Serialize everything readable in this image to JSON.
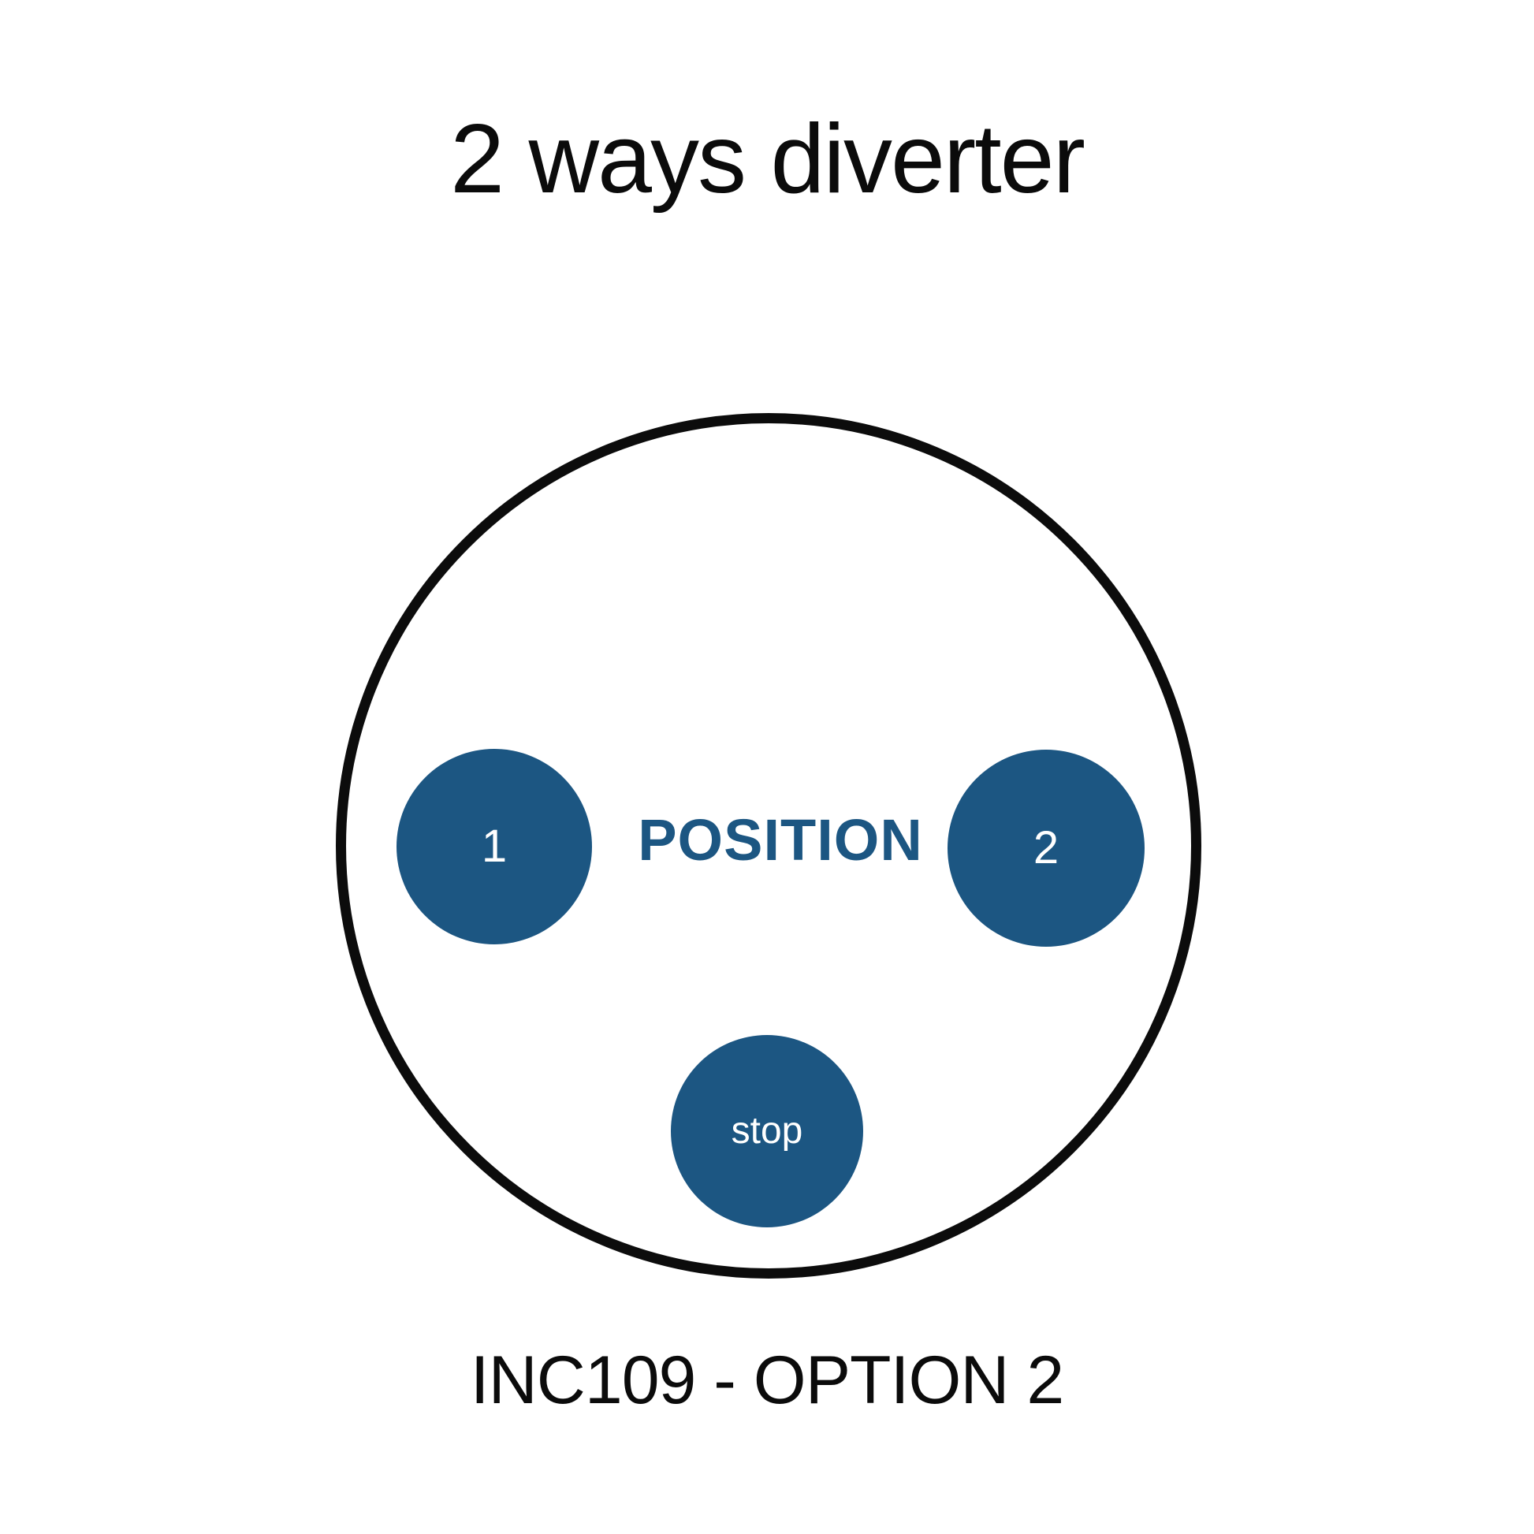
{
  "title": "2 ways diverter",
  "caption": "INC109 - OPTION 2",
  "dial": {
    "center_label": "POSITION",
    "positions": [
      {
        "id": "1",
        "label": "1"
      },
      {
        "id": "2",
        "label": "2"
      },
      {
        "id": "stop",
        "label": "stop"
      }
    ]
  },
  "colors": {
    "accent_blue": "#1C5682",
    "outline_black": "#0C0C0C",
    "ink_black": "#0B0B0B",
    "label_white": "#FFFFFF",
    "background": "#FFFFFF"
  }
}
